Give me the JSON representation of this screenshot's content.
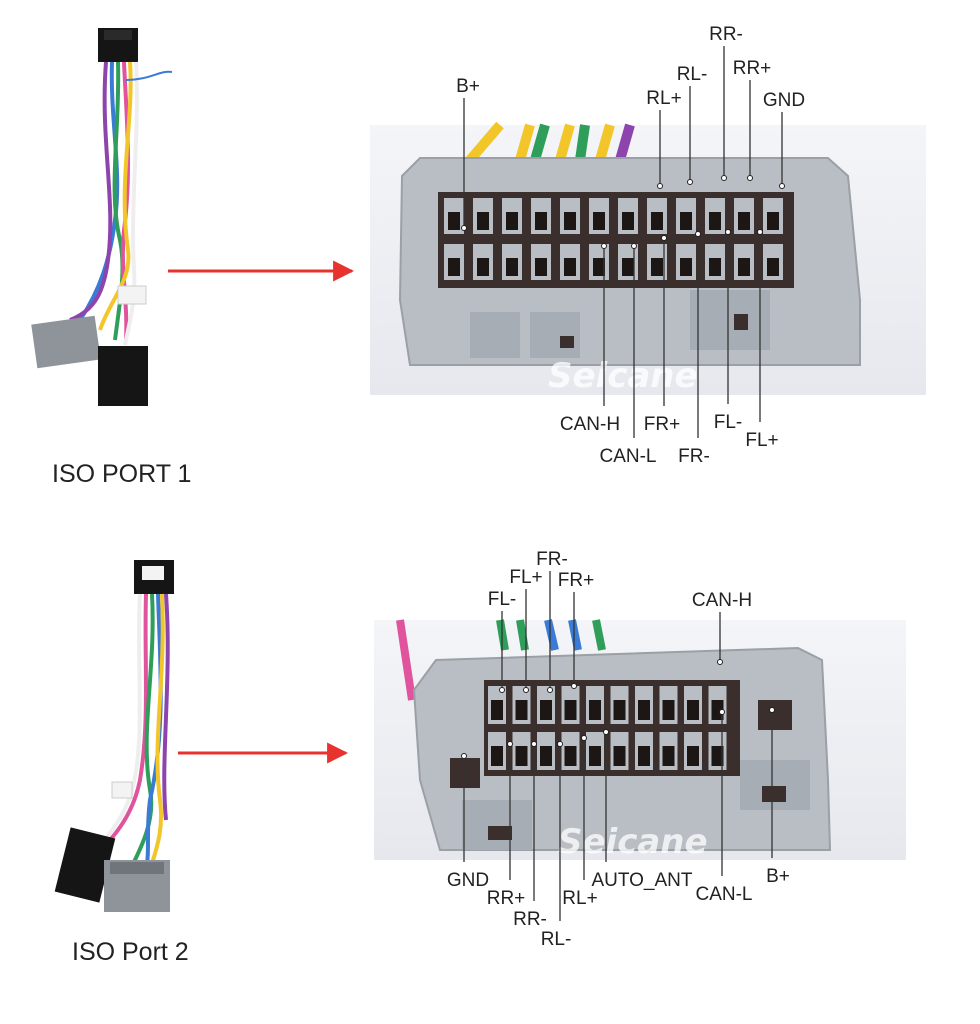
{
  "watermark": "Seicane",
  "colors": {
    "arrow": "#e8322e",
    "connector": "#b9bec4",
    "leader": "#333333"
  },
  "ports": [
    {
      "title": "ISO PORT 1",
      "pins_top": [
        "B+",
        "RL+",
        "RL-",
        "RR-",
        "RR+",
        "GND"
      ],
      "pins_bottom": [
        "CAN-H",
        "CAN-L",
        "FR+",
        "FR-",
        "FL-",
        "FL+"
      ]
    },
    {
      "title": "ISO Port  2",
      "pins_top": [
        "FL-",
        "FL+",
        "FR-",
        "FR+",
        "CAN-H"
      ],
      "pins_bottom": [
        "GND",
        "RR+",
        "RR-",
        "RL-",
        "RL+",
        "AUTO_ANT",
        "CAN-L",
        "B+"
      ]
    }
  ]
}
